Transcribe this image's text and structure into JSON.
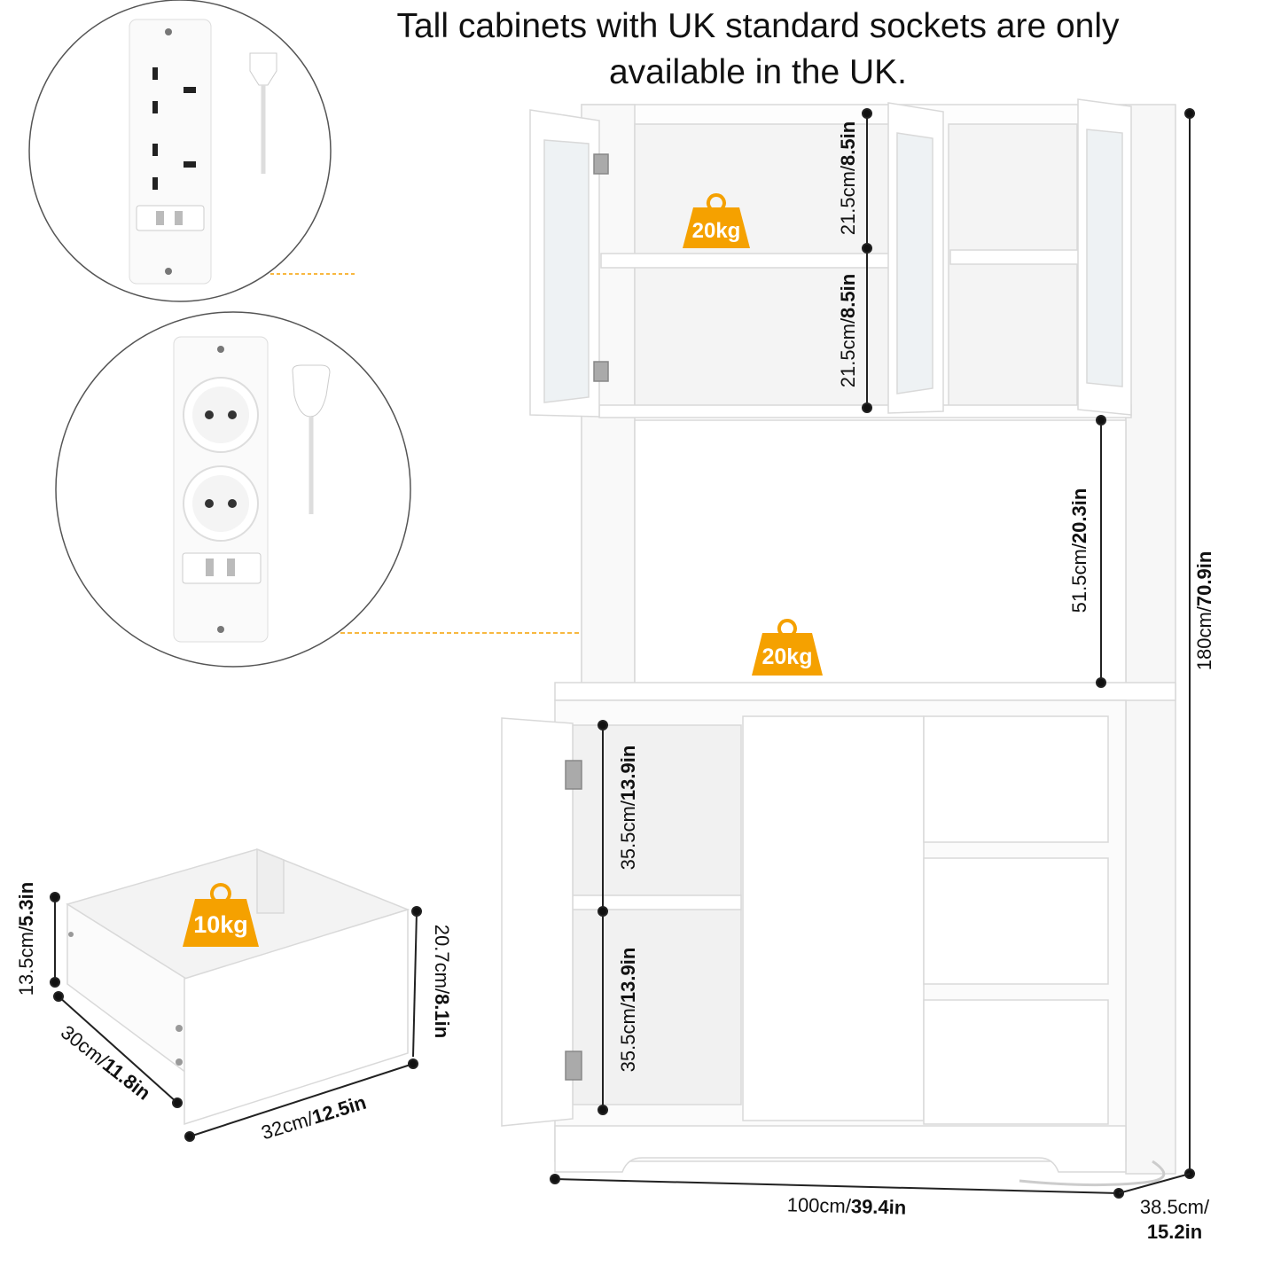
{
  "title": {
    "line1": "Tall cabinets with UK standard sockets are only",
    "line2": "available in the UK."
  },
  "weights": {
    "upper_shelf": "20kg",
    "counter": "20kg",
    "drawer": "10kg"
  },
  "dimensions": {
    "upper_top_cm": "21.5cm/",
    "upper_top_in": "8.5in",
    "upper_bottom_cm": "21.5cm/",
    "upper_bottom_in": "8.5in",
    "hutch_open_cm": "51.5cm/",
    "hutch_open_in": "20.3in",
    "total_height_cm": "180cm/",
    "total_height_in": "70.9in",
    "lower_top_cm": "35.5cm/",
    "lower_top_in": "13.9in",
    "lower_bottom_cm": "35.5cm/",
    "lower_bottom_in": "13.9in",
    "width_cm": "100cm/",
    "width_in": "39.4in",
    "depth_cm": "38.5cm/",
    "depth_in": "15.2in",
    "drawer_height_cm": "13.5cm/",
    "drawer_height_in": "5.3in",
    "drawer_depth_cm": "30cm/",
    "drawer_depth_in": "11.8in",
    "drawer_width_cm": "32cm/",
    "drawer_width_in": "12.5in",
    "drawer_front_cm": "20.7cm/",
    "drawer_front_in": "8.1in"
  },
  "colors": {
    "accent": "#F5A100",
    "cabinet": "#FFFFFF",
    "outline": "#D9D9D9",
    "dim_line": "#222222"
  }
}
